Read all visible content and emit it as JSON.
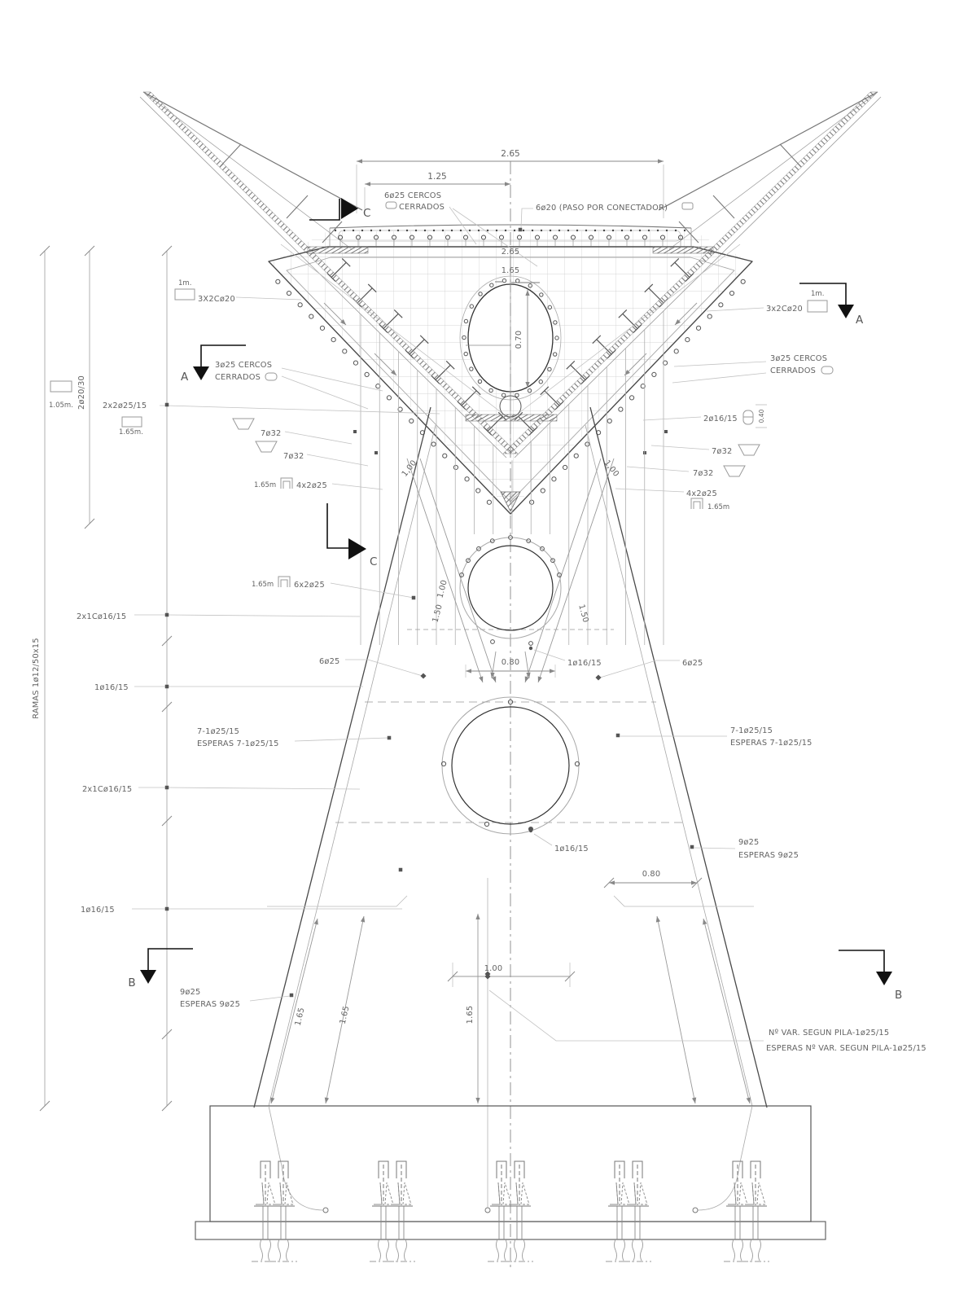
{
  "colors": {
    "background": "#ffffff",
    "line_main": "#4a4a4a",
    "line_light": "#a8a8a8",
    "leader": "#c2c2c2",
    "hatch": "#777777",
    "text": "#636363",
    "flag": "#111111"
  },
  "t": {
    "d265": "2.65",
    "d125": "1.25",
    "d165b": "1.65",
    "cerc6a": "6ø25 CERCOS",
    "cerc6b": "CERRADOS",
    "paso": "6ø20 (PASO POR CONECTADOR)",
    "m1": "1m.",
    "x3220L": "3X2Cø20",
    "x3220R": "3x2Cø20",
    "cerc3a": "3ø25 CERCOS",
    "cerc3b": "CERRADOS",
    "v2030": "2ø20/30",
    "m105": "1.05m.",
    "x2225": "2x2ø25/15",
    "m165": "1.65m.",
    "m165s": "1.65m",
    "r732": "7ø32",
    "r21615": "2ø16/15",
    "d040": "0.40",
    "x4225": "4x2ø25",
    "x6225": "6x2ø25",
    "d100c": "1,00",
    "d100": "1.00",
    "d150": "1.50",
    "d070": "0.70",
    "d080": "0.80",
    "x21c": "2x1Cø16/15",
    "r625": "6ø25",
    "r11615": "1ø16/15",
    "r7125": "7-1ø25/15",
    "esp7125": "ESPERAS 7-1ø25/15",
    "r925": "9ø25",
    "esp925": "ESPERAS 9ø25",
    "ramas": "RAMAS 1ø12/50x15",
    "nvar": "Nº VAR. SEGUN PILA-1ø25/15",
    "espnvar": "ESPERAS Nº VAR. SEGUN PILA-1ø25/15",
    "d165": "1.65",
    "A": "A",
    "B": "B",
    "C": "C"
  }
}
